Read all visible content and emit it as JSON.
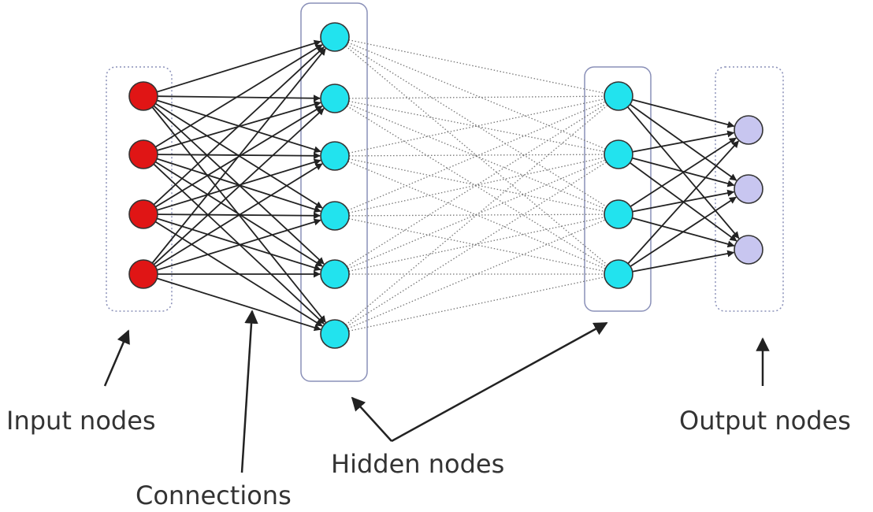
{
  "labels": {
    "input": "Input nodes",
    "connections": "Connections",
    "hidden": "Hidden nodes",
    "output": "Output nodes"
  },
  "layers": [
    {
      "role": "input",
      "count": 4,
      "fill": "#e01515"
    },
    {
      "role": "hidden",
      "count": 6,
      "fill": "#22e3ee"
    },
    {
      "role": "hidden",
      "count": 4,
      "fill": "#22e3ee"
    },
    {
      "role": "output",
      "count": 3,
      "fill": "#c8c6f0"
    }
  ],
  "colors": {
    "node_stroke": "#333333",
    "box_stroke": "#8a90b8",
    "solid_edge": "#222222",
    "dotted_edge": "#777777",
    "callout_arrow": "#222222"
  }
}
